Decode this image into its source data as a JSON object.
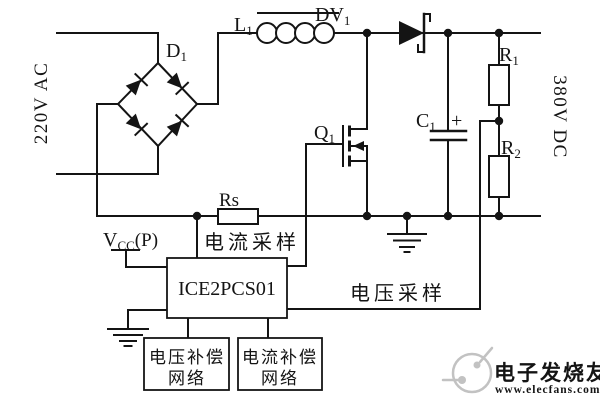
{
  "labels": {
    "ac_input": "220V AC",
    "dc_output": "380V DC",
    "bridge": {
      "main": "D",
      "sub": "1"
    },
    "inductor": {
      "main": "L",
      "sub": "1"
    },
    "boost_diode": {
      "main": "DV",
      "sub": "1"
    },
    "mosfet": {
      "main": "Q",
      "sub": "1"
    },
    "capacitor": {
      "main": "C",
      "sub": "1"
    },
    "capacitor_polarity": "+",
    "resistor_r1": {
      "main": "R",
      "sub": "1"
    },
    "resistor_r2": {
      "main": "R",
      "sub": "2"
    },
    "resistor_rs": "Rs",
    "vcc": {
      "main": "V",
      "sub": "CC",
      "suffix": "(P)"
    },
    "controller": "ICE2PCS01",
    "current_sense": "电流采样",
    "voltage_sense": "电压采样",
    "voltage_comp_box": {
      "line1": "电压补偿",
      "line2": "网络"
    },
    "current_comp_box": {
      "line1": "电流补偿",
      "line2": "网络"
    }
  },
  "watermark": {
    "brand": "电子发烧友",
    "url": "www.elecfans.com",
    "color": "#c2c2c2"
  },
  "colors": {
    "wire": "#141414",
    "background": "#ffffff"
  }
}
